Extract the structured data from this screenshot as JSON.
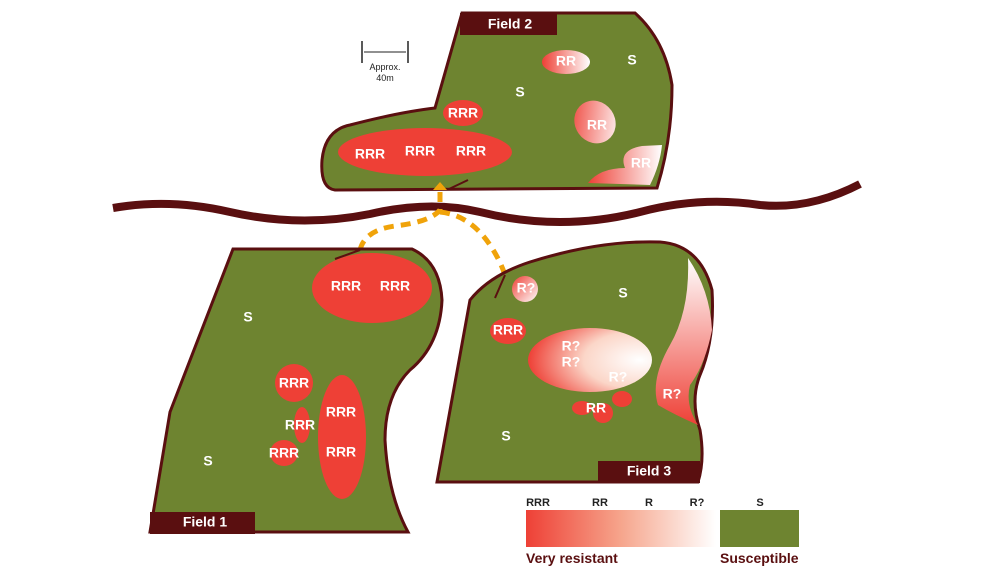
{
  "colors": {
    "field": "#6e8430",
    "border": "#5a0f10",
    "resistant": "#ee4036",
    "path": "#f0a30a"
  },
  "scale": {
    "line1": "Approx.",
    "line2": "40m"
  },
  "field1": {
    "title": "Field 1",
    "labels": [
      "RRR",
      "RRR",
      "S",
      "RRR",
      "RRR",
      "RRR",
      "RRR",
      "RRR",
      "S"
    ]
  },
  "field2": {
    "title": "Field 2",
    "labels": [
      "RR",
      "S",
      "S",
      "RRR",
      "RRR",
      "RRR",
      "RRR",
      "RR",
      "RR"
    ]
  },
  "field3": {
    "title": "Field 3",
    "labels": [
      "R?",
      "S",
      "RRR",
      "R?",
      "R?",
      "R?",
      "RR",
      "R?",
      "S"
    ]
  },
  "legend": {
    "keys": [
      "RRR",
      "RR",
      "R",
      "R?",
      "S"
    ],
    "left": "Very resistant",
    "right": "Susceptible"
  }
}
